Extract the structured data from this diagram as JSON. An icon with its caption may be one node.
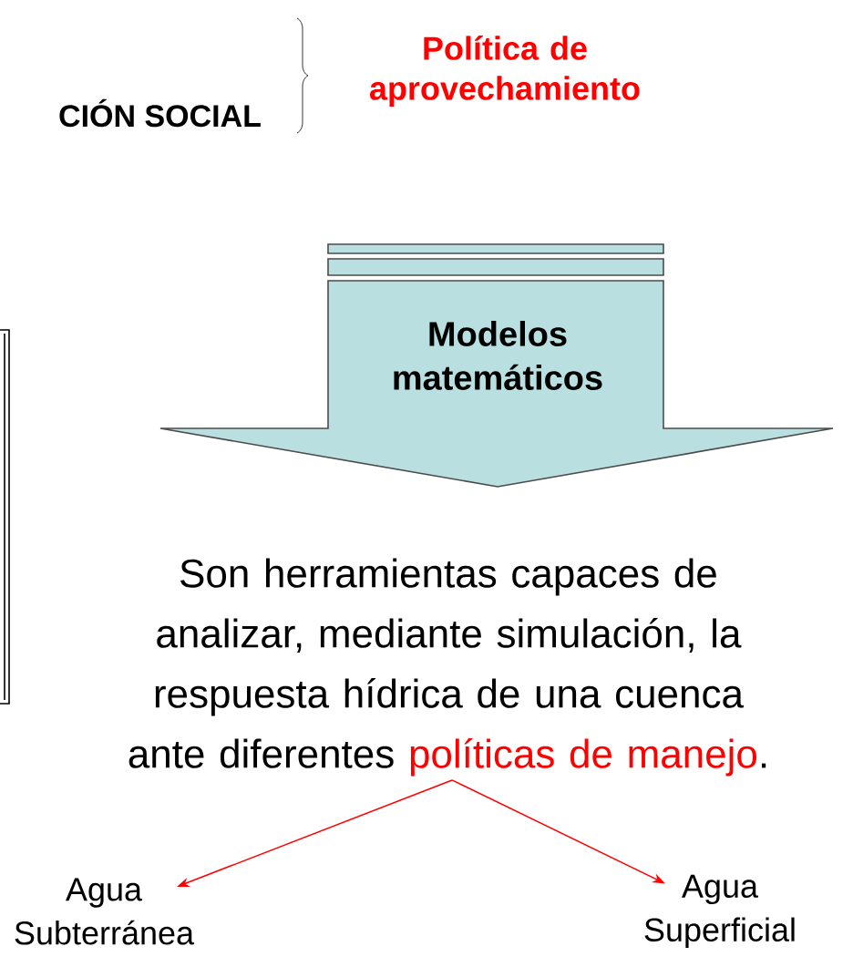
{
  "diagram": {
    "nodes": [
      {
        "text": [
          "Modelos matemáticos"
        ]
      },
      {
        "text": [
          "Son herramientas capaces de analizar, mediante simulación, la respuesta hídrica de una cuenca ante diferentes",
          "políticas de manejo",
          "."
        ]
      },
      {
        "text": [
          "Agua Subterránea"
        ]
      },
      {
        "text": [
          "Agua Superficial"
        ]
      }
    ],
    "edges": [
      {
        "from": 1,
        "to": 2,
        "arrow": "to",
        "color": "#ff0000"
      },
      {
        "from": 1,
        "to": 3,
        "arrow": "to",
        "color": "#ff0000"
      }
    ],
    "labels": [
      "CIÓN SOCIAL",
      "Política de aprovechamiento"
    ]
  }
}
